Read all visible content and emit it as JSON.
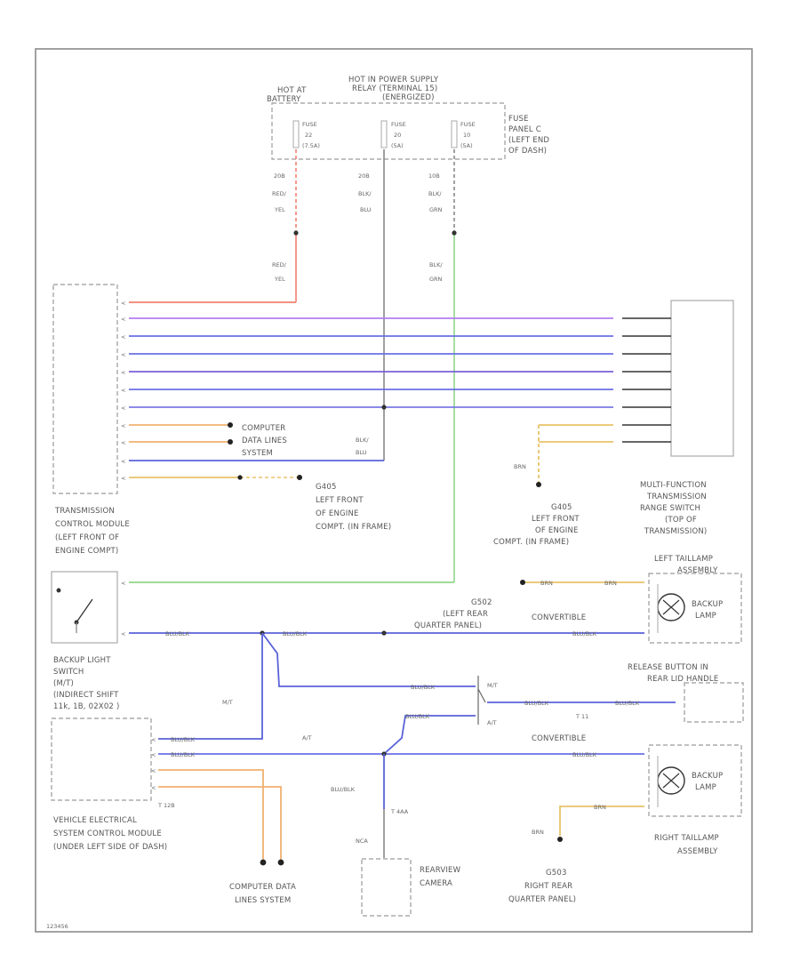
{
  "labels": {
    "hot_at": [
      "HOT AT",
      "BATTERY"
    ],
    "hot_in": [
      "HOT IN POWER SUPPLY",
      "RELAY (TERMINAL 15)",
      "(ENERGIZED)"
    ],
    "fuse_panel": [
      "FUSE",
      "PANEL C",
      "(LEFT END",
      "OF DASH)"
    ],
    "fuse_1": [
      "FUSE",
      "22",
      "(7.5A)"
    ],
    "fuse_2": [
      "FUSE",
      "20",
      "(5A)"
    ],
    "fuse_3": [
      "FUSE",
      "10",
      "(5A)"
    ],
    "tcm": [
      "TRANSMISSION",
      "CONTROL MODULE",
      "(LEFT FRONT OF",
      "ENGINE COMPT)"
    ],
    "mfs": [
      "MULTI-FUNCTION",
      "TRANSMISSION",
      "RANGE SWITCH",
      "(TOP OF",
      "TRANSMISSION)"
    ],
    "computer_data_1": [
      "COMPUTER",
      "DATA LINES",
      "SYSTEM"
    ],
    "g405_1": [
      "G405",
      "LEFT FRONT",
      "OF ENGINE",
      "COMPT. (IN FRAME)"
    ],
    "g405_2": [
      "G405",
      "LEFT FRONT",
      "OF ENGINE",
      "COMPT. (IN FRAME)"
    ],
    "g502": [
      "G502",
      "(LEFT REAR",
      "QUARTER PANEL)"
    ],
    "convertible_1": "CONVERTIBLE",
    "convertible_2": "CONVERTIBLE",
    "left_taillamp": [
      "LEFT TAILLAMP",
      "ASSEMBLY"
    ],
    "backup_lamp_1": [
      "BACKUP",
      "LAMP"
    ],
    "backup_lamp_2": [
      "BACKUP",
      "LAMP"
    ],
    "backup_switch": [
      "BACKUP LIGHT",
      "SWITCH",
      "(M/T)",
      "(INDIRECT SHIFT",
      "11k, 1B, 02X02 )"
    ],
    "release_button": [
      "RELEASE BUTTON IN",
      "REAR LID HANDLE"
    ],
    "vecm": [
      "VEHICLE ELECTRICAL",
      "SYSTEM CONTROL MODULE",
      "(UNDER LEFT SIDE OF DASH)"
    ],
    "computer_data_2": [
      "COMPUTER DATA",
      "LINES SYSTEM"
    ],
    "rearview_camera": [
      "REARVIEW",
      "CAMERA"
    ],
    "g503": [
      "G503",
      "RIGHT REAR",
      "QUARTER PANEL)"
    ],
    "right_taillamp": [
      "RIGHT TAILLAMP",
      "ASSEMBLY"
    ],
    "mt": "M/T",
    "at": "A/T",
    "mt2": "M/T",
    "at2": "A/T",
    "t11": "T 11",
    "t4a": "T 4AA",
    "t12b": "T 12B",
    "nca": "NCA",
    "brn": "BRN",
    "brn2": "BRN",
    "diagram_id": "123456"
  },
  "wire_labels": {
    "red_yel_a": [
      "20B",
      "RED/",
      "YEL"
    ],
    "blk_blu_a": [
      "20B",
      "BLK/",
      "BLU"
    ],
    "blk_grn_a": [
      "10B",
      "BLK/",
      "GRN"
    ],
    "red_yel_b": [
      "RED/",
      "YEL"
    ],
    "blk_grn_b": [
      "BLK/",
      "GRN"
    ],
    "blk_blu_b": [
      "BLK/",
      "BLU"
    ],
    "blu_blk": "BLU/BLK"
  },
  "colors": {
    "red": "#f08070",
    "violet": "#b07ef0",
    "blue": "#6a70e6",
    "blue_dark": "#5a62d8",
    "orange": "#f0b070",
    "yellow": "#e8c36a",
    "green": "#8fd68a",
    "gray": "#888888"
  }
}
